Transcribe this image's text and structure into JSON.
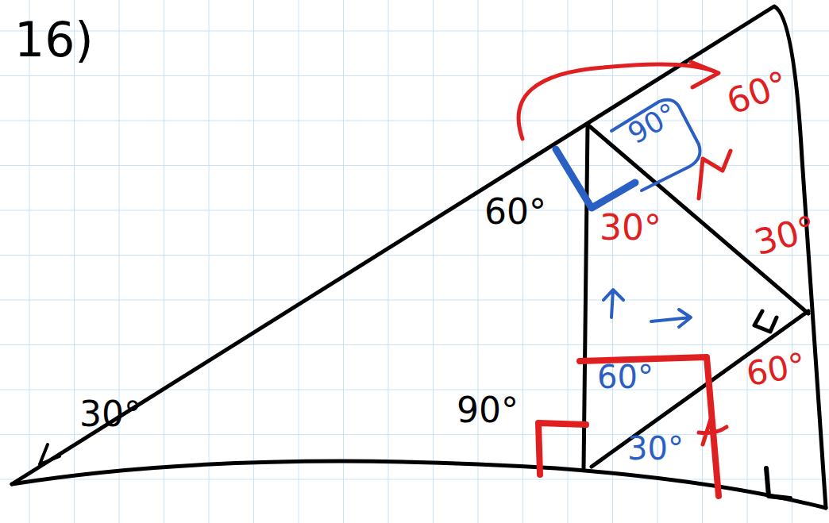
{
  "diagram": {
    "labels": [
      "16)",
      "30°",
      "60°",
      "90°",
      "90°",
      "60°",
      "30°",
      "30°",
      "60°",
      "30°",
      "60°"
    ]
  }
}
